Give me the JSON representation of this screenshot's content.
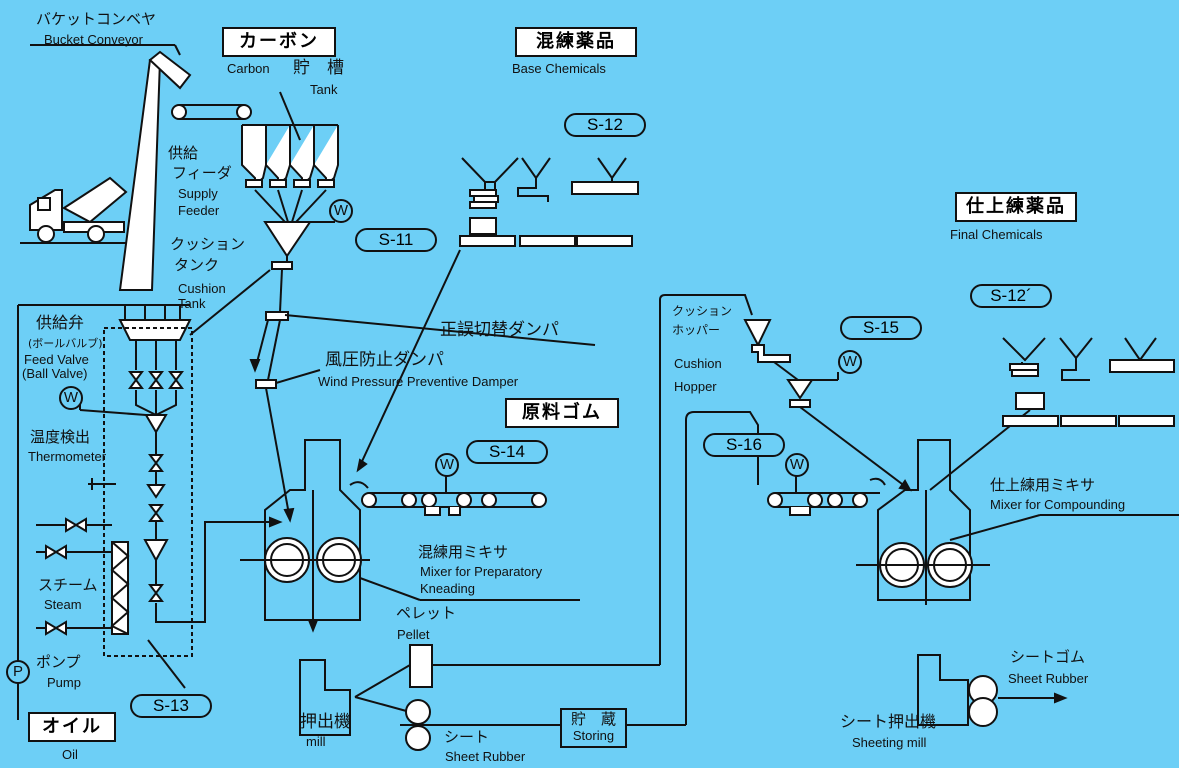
{
  "header": {
    "carbon": {
      "box": "カーボン",
      "en": "Carbon",
      "tank_jp": "貯　槽",
      "tank_en": "Tank"
    },
    "base_chemicals": {
      "box": "混練薬品",
      "en": "Base Chemicals"
    },
    "final_chemicals": {
      "box": "仕上練薬品",
      "en": "Final Chemicals"
    },
    "raw_rubber": {
      "box": "原料ゴム"
    },
    "oil": {
      "box": "オイル",
      "en": "Oil"
    }
  },
  "labels": {
    "bucket_conveyor_jp": "バケットコンベヤ",
    "bucket_conveyor_en": "Bucket Conveyor",
    "supply_feeder_jp1": "供給",
    "supply_feeder_jp2": "フィーダ",
    "supply_feeder_en1": "Supply",
    "supply_feeder_en2": "Feeder",
    "cushion_tank_jp1": "クッション",
    "cushion_tank_jp2": "タンク",
    "cushion_tank_en1": "Cushion",
    "cushion_tank_en2": "Tank",
    "feed_valve_jp": "供給弁",
    "ball_valve_jp": "(ボールバルブ)",
    "feed_valve_en": "Feed Valve",
    "ball_valve_en": "(Ball Valve)",
    "thermometer_jp": "温度検出",
    "thermometer_en": "Thermometer",
    "steam_jp": "スチーム",
    "steam_en": "Steam",
    "pump_jp": "ポンプ",
    "pump_en": "Pump",
    "divert_damper_jp": "正誤切替ダンパ",
    "wind_damper_jp": "風圧防止ダンパ",
    "wind_damper_en": "Wind Pressure Preventive Damper",
    "mixer_prep_jp": "混練用ミキサ",
    "mixer_prep_en1": "Mixer for Preparatory",
    "mixer_prep_en2": "Kneading",
    "pellet_jp": "ペレット",
    "pellet_en": "Pellet",
    "extruder_jp": "押出機",
    "extruder_en": "mill",
    "sheet_jp": "シート",
    "sheet_en": "Sheet Rubber",
    "storing_jp": "貯　蔵",
    "storing_en": "Storing",
    "cushion_hopper_jp1": "クッション",
    "cushion_hopper_jp2": "ホッパー",
    "cushion_hopper_en1": "Cushion",
    "cushion_hopper_en2": "Hopper",
    "mixer_final_jp": "仕上練用ミキサ",
    "mixer_final_en": "Mixer for Compounding",
    "sheet_rubber_jp": "シートゴム",
    "sheet_rubber_en": "Sheet Rubber",
    "sheeting_mill_jp": "シート押出機",
    "sheeting_mill_en": "Sheeting mill",
    "weigher": "W",
    "pump_symbol": "P"
  },
  "tags": [
    "S-11",
    "S-12",
    "S-12´",
    "S-13",
    "S-14",
    "S-15",
    "S-16"
  ]
}
